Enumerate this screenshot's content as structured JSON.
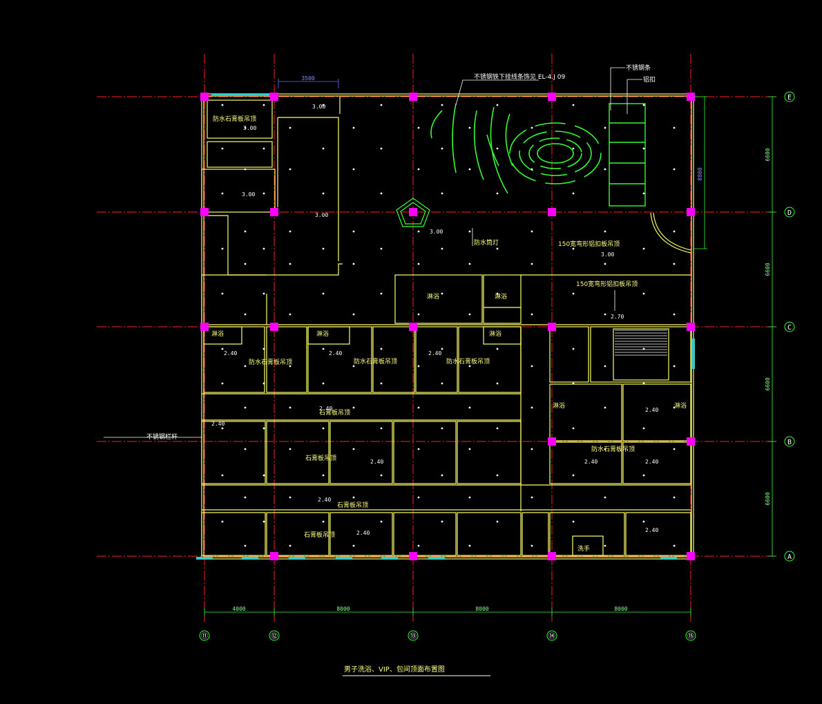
{
  "drawing": {
    "title": "男子洗浴、VIP、包间顶面布置图",
    "colors": {
      "background": "#000000",
      "axis_line": "#ff0000",
      "column": "#ff00ff",
      "wall": "#ffff66",
      "dimension": "#33ff33",
      "light": "#ffffff",
      "feature": "#33ff33",
      "window": "#33cccc",
      "text": "#ffffff"
    }
  },
  "axes": {
    "vertical": [
      "⑪",
      "⑫",
      "⑬",
      "⑭",
      "⑮"
    ],
    "horizontal": [
      "E",
      "D",
      "C",
      "B",
      "A"
    ]
  },
  "dimensions": {
    "bottom": [
      "4000",
      "8000",
      "8000",
      "8000"
    ],
    "right": [
      "6600",
      "6600",
      "6600",
      "6600"
    ],
    "top_small": "3500",
    "right_inner": "8800"
  },
  "annotations": {
    "leader_top": "不锈钢铁下挂线条饰见 EL-4.J 09",
    "leader_topright_1": "不锈钢条",
    "leader_topright_2": "铝扣",
    "leader_left": "不锈钢栏杆",
    "fang_shui_1": "防水石膏板吊顶",
    "fang_shui_2": "防水石膏板吊顶",
    "fang_shui_3": "防水石膏板吊顶",
    "fang_shui_4": "防水石膏板吊顶",
    "fang_shui_5": "防水石膏板吊顶",
    "ceiling_150_1": "150宽弯形铝扣板吊顶",
    "ceiling_150_2": "150宽弯形铝扣板吊顶",
    "shi_gao_1": "石膏板吊顶",
    "shi_gao_2": "石膏板吊顶",
    "shi_gao_3": "石膏板吊顶",
    "shi_gao_4": "石膏板吊顶",
    "fang_shui_deng": "防水筒灯",
    "wei_sheng": "洗手",
    "wei_yu_1": "淋浴",
    "wei_yu_2": "淋浴",
    "wei_yu_3": "淋浴",
    "wei_yu_4": "淋浴",
    "wei_yu_5": "淋浴",
    "wei_yu_6": "淋浴",
    "wei_yu_7": "淋浴"
  },
  "levels": {
    "l1": "3.00",
    "l2": "3.00",
    "l3": "3.00",
    "l4": "3.00",
    "l5": "3.00",
    "l6": "3.00",
    "l7": "2.70",
    "l8": "2.40",
    "l9": "2.40",
    "l10": "2.40",
    "l11": "2.40",
    "l12": "2.40",
    "l13": "2.40",
    "l14": "2.40",
    "l15": "2.40",
    "l16": "2.40",
    "l17": "2.40",
    "l18": "2.40",
    "l19": "2.40"
  }
}
